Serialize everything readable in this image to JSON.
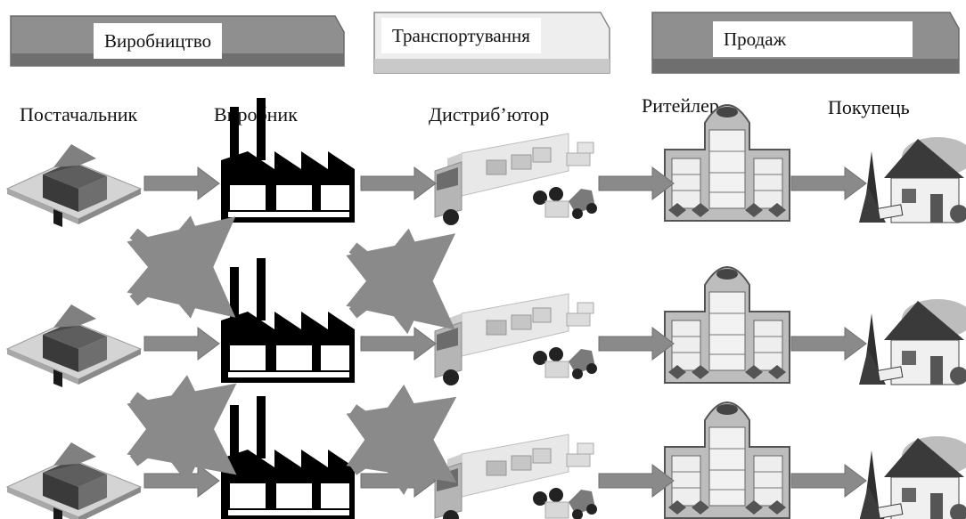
{
  "phases": [
    {
      "label": "Виробництво"
    },
    {
      "label": "Транспортування"
    },
    {
      "label": "Продаж"
    }
  ],
  "columns": [
    {
      "label": "Постачальник",
      "icon": "warehouse-icon"
    },
    {
      "label": "Виробник",
      "icon": "factory-icon"
    },
    {
      "label": "Дистриб’ютор",
      "icon": "truck-forklift-icon"
    },
    {
      "label": "Ритейлер",
      "icon": "store-icon"
    },
    {
      "label": "Покупець",
      "icon": "house-icon"
    }
  ],
  "colors": {
    "arrow": "#8a8a8a",
    "banner_dark": "#8f8f8f",
    "banner_light": "#e6e6e6",
    "factory": "#000000"
  }
}
